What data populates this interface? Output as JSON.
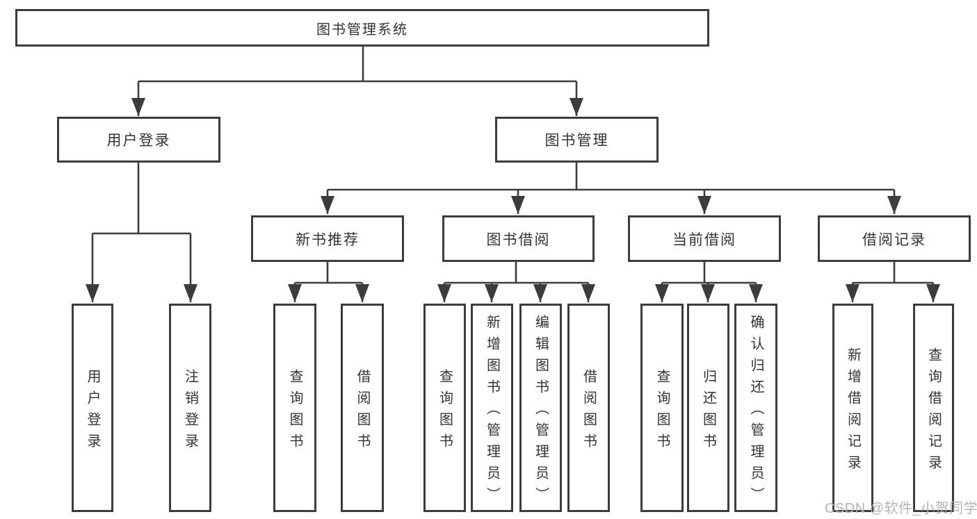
{
  "diagram": {
    "type": "hierarchy-tree",
    "tree": {
      "root": {
        "label": "图书管理系统",
        "children": [
          {
            "label": "用户登录",
            "children": [
              {
                "label": "用户登录"
              },
              {
                "label": "注销登录"
              }
            ]
          },
          {
            "label": "图书管理",
            "children": [
              {
                "label": "新书推荐",
                "children": [
                  {
                    "label": "查询图书"
                  },
                  {
                    "label": "借阅图书"
                  }
                ]
              },
              {
                "label": "图书借阅",
                "children": [
                  {
                    "label": "查询图书"
                  },
                  {
                    "label": "新增图书（管理员）"
                  },
                  {
                    "label": "编辑图书（管理员）"
                  },
                  {
                    "label": "借阅图书"
                  }
                ]
              },
              {
                "label": "当前借阅",
                "children": [
                  {
                    "label": "查询图书"
                  },
                  {
                    "label": "归还图书"
                  },
                  {
                    "label": "确认归还（管理员）"
                  }
                ]
              },
              {
                "label": "借阅记录",
                "children": [
                  {
                    "label": "新增借阅记录"
                  },
                  {
                    "label": "查询借阅记录"
                  }
                ]
              }
            ]
          }
        ]
      }
    }
  },
  "watermark": {
    "text": "CSDN @软件_小贺同学"
  },
  "colors": {
    "line": "#3c3c3c",
    "text": "#333333",
    "watermark": "#b3b3b3",
    "canvas": "#ffffff"
  }
}
